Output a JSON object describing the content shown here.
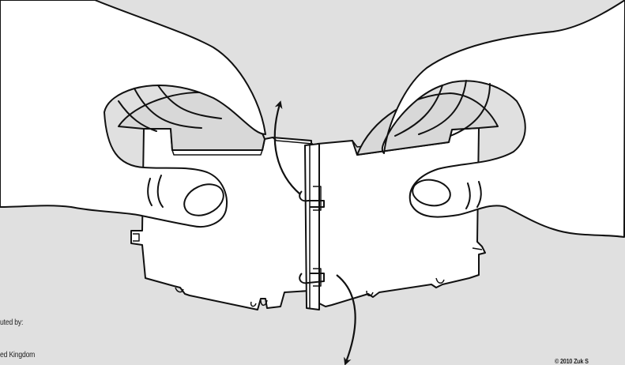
{
  "caption": {
    "distributed_by": "uted by:",
    "country": "ed Kingdom",
    "copyright": "© 2010 Zuk S"
  },
  "colors": {
    "background": "#e0e0e0",
    "outline": "#111111",
    "fill": "#ffffff",
    "shade": "#d4d4d4"
  },
  "arrows": [
    {
      "name": "rotate-up-arrow",
      "direction": "up"
    },
    {
      "name": "rotate-down-arrow",
      "direction": "down"
    }
  ]
}
